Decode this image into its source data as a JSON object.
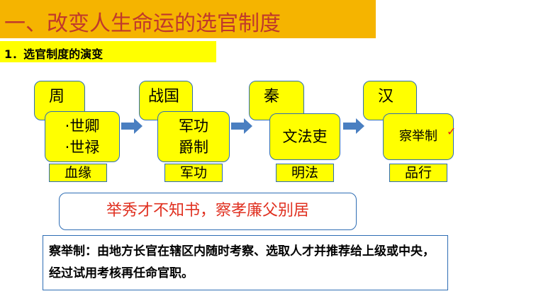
{
  "header": {
    "title": "一、改变人生命运的选官制度",
    "subtitle": "1．选官制度的演变"
  },
  "stages": [
    {
      "dynasty": "周",
      "lines": [
        "·世卿",
        "·世禄"
      ],
      "caption": "血缘"
    },
    {
      "dynasty": "战国",
      "lines": [
        "军功",
        "爵制"
      ],
      "caption": "军功"
    },
    {
      "dynasty": "秦",
      "lines": [
        "文法吏"
      ],
      "caption": "明法"
    },
    {
      "dynasty": "汉",
      "lines": [
        "察举制"
      ],
      "caption": "品行",
      "mark": "✓"
    }
  ],
  "quote": "举秀才不知书，察孝廉父别居",
  "definition": "察举制：由地方长官在辖区内随时考察、选取人才并推荐给上级或中央，经过试用考核再任命官职。",
  "colors": {
    "title_bg": "#f5b400",
    "title_text": "#c0392b",
    "box_fill": "#ffff00",
    "border": "#2e6db4",
    "arrow": "#4a7fc1",
    "quote_text": "#e03020"
  }
}
